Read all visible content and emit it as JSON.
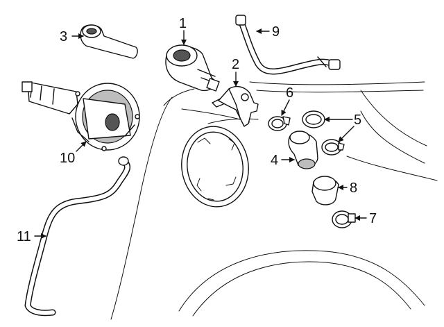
{
  "diagram": {
    "colors": {
      "ink": "#111111",
      "paper": "#ffffff",
      "shade": "#bdbdbd"
    },
    "callouts": {
      "c1": "1",
      "c2": "2",
      "c3": "3",
      "c4": "4",
      "c5": "5",
      "c6": "6",
      "c7": "7",
      "c8": "8",
      "c9": "9",
      "c10": "10",
      "c11": "11"
    }
  }
}
